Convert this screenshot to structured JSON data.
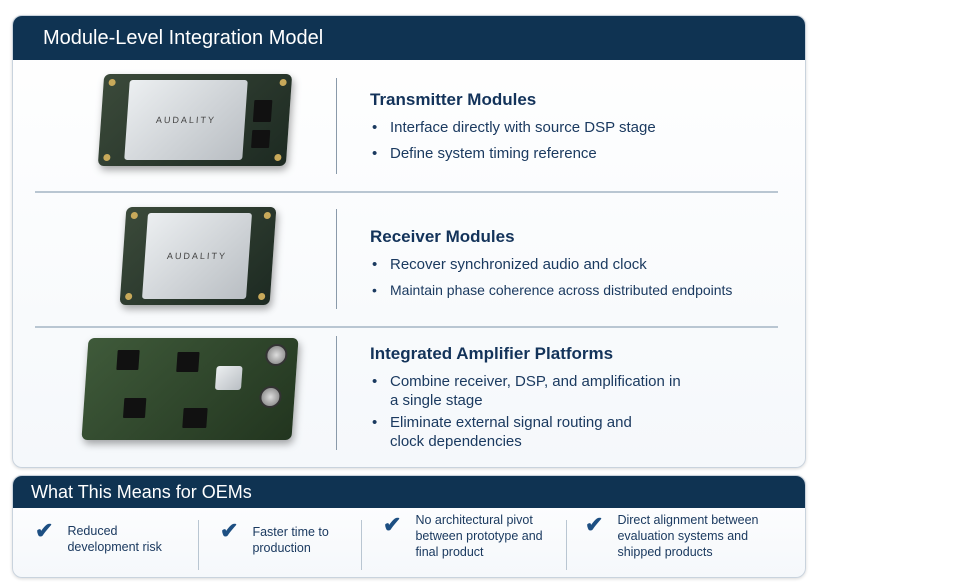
{
  "top": {
    "title": "Module-Level Integration Model",
    "brand": "AUDALITY",
    "rows": [
      {
        "title": "Transmitter Modules",
        "bullets": [
          "Interface directly with source DSP stage",
          "Define system timing reference"
        ]
      },
      {
        "title": "Receiver Modules",
        "bullets": [
          "Recover synchronized audio and clock",
          "Maintain phase coherence across distributed endpoints"
        ]
      },
      {
        "title": "Integrated Amplifier Platforms",
        "bullets": [
          "Combine receiver, DSP, and amplification in a single stage",
          "Eliminate external signal routing and clock dependencies"
        ]
      }
    ]
  },
  "oem": {
    "title": "What This Means for OEMs",
    "items": [
      "Reduced development risk",
      "Faster time to production",
      "No architectural pivot between prototype and final product",
      "Direct alignment between evaluation systems and shipped products"
    ]
  }
}
